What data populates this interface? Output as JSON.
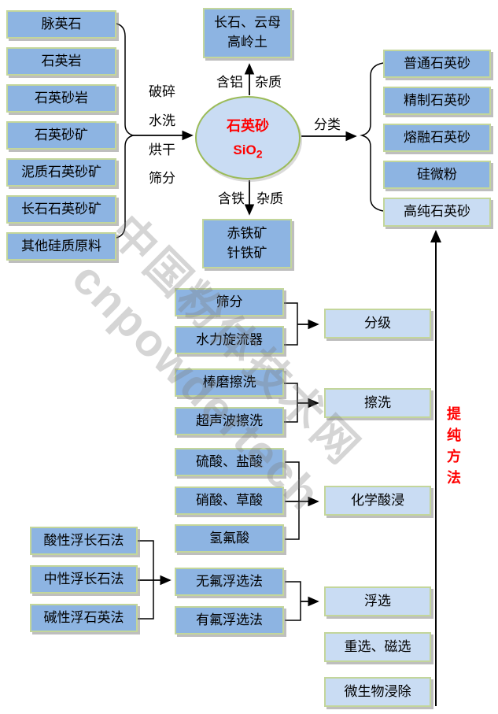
{
  "flow": {
    "raw_materials": [
      "脉英石",
      "石英岩",
      "石英砂岩",
      "石英砂矿",
      "泥质石英砂矿",
      "长石石英砂矿",
      "其他硅质原料"
    ],
    "pretreatment_steps": [
      "破碎",
      "水洗",
      "烘干",
      "筛分"
    ],
    "center_node": {
      "name": "石英砂",
      "formula": "SiO",
      "formula_subscript": "2"
    },
    "aluminum_impurity": {
      "label_left": "含铝",
      "label_right": "杂质",
      "target": "长石、云母\n高岭土"
    },
    "iron_impurity": {
      "label_left": "含铁",
      "label_right": "杂质",
      "target": "赤铁矿\n针铁矿"
    },
    "classify_label": "分类",
    "products": [
      "普通石英砂",
      "精制石英砂",
      "熔融石英砂",
      "硅微粉",
      "高纯石英砂"
    ],
    "purification": {
      "side_label": "提纯方法",
      "groups": [
        {
          "inputs": [
            "筛分",
            "水力旋流器"
          ],
          "result": "分级"
        },
        {
          "inputs": [
            "棒磨擦洗",
            "超声波擦洗"
          ],
          "result": "擦洗"
        },
        {
          "inputs": [
            "硫酸、盐酸",
            "硝酸、草酸",
            "氢氟酸"
          ],
          "result": "化学酸浸"
        },
        {
          "pre_inputs": [
            "酸性浮长石法",
            "中性浮长石法",
            "碱性浮石英法"
          ],
          "inputs": [
            "无氟浮选法",
            "有氟浮选法"
          ],
          "result": "浮选"
        },
        {
          "result": "重选、磁选"
        },
        {
          "result": "微生物浸除"
        }
      ]
    }
  },
  "watermark": {
    "line1": "中国粉体技术网",
    "line2": "cnpowdertech"
  },
  "colors": {
    "node_fill": "#8db4e2",
    "node_fill_light": "#c9dcf3",
    "node_border": "#c3d69b",
    "ellipse_border": "#9bbb59",
    "accent_red": "#ff0000"
  }
}
